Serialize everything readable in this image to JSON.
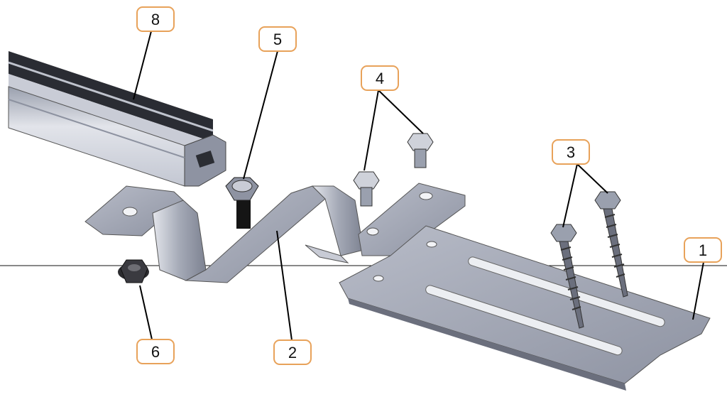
{
  "callouts": [
    {
      "id": "c1",
      "label": "1"
    },
    {
      "id": "c2",
      "label": "2"
    },
    {
      "id": "c3",
      "label": "3"
    },
    {
      "id": "c4",
      "label": "4"
    },
    {
      "id": "c5",
      "label": "5"
    },
    {
      "id": "c6",
      "label": "6"
    },
    {
      "id": "c8",
      "label": "8"
    }
  ],
  "colors": {
    "callout_border": "#e8a25a",
    "leader_line": "#000000",
    "metal_light": "#d9dbe3",
    "metal_mid": "#a9adbb",
    "metal_dark": "#6b6f7d",
    "bolt_dark": "#1c1c1c"
  }
}
